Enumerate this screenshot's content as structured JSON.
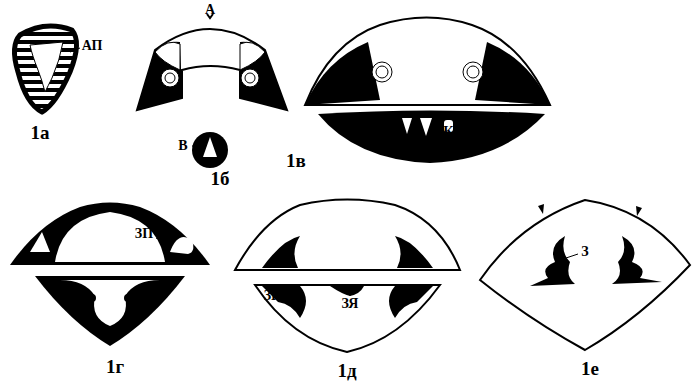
{
  "diagram": {
    "labels": [
      "АП",
      "1а",
      "А",
      "В",
      "1б",
      "КРП",
      "1в",
      "ЗП",
      "1г",
      "ЗПЛ",
      "ЗЯ",
      "1д",
      "З",
      "1е"
    ]
  }
}
